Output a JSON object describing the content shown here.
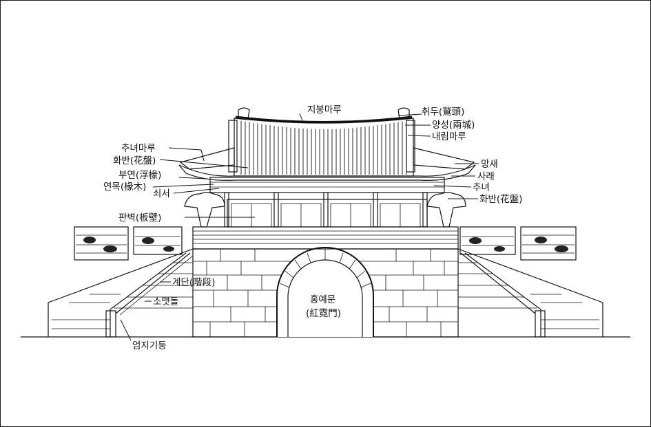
{
  "labels": {
    "jibung_maru": "지붕마루",
    "chwidu": "취두(鷲頭)",
    "yangseong": "양성(兩城)",
    "naerim_maru": "내림마루",
    "chunyeo_maru": "추녀마루",
    "hwaban_left": "화반(花盤)",
    "buyeon": "부연(浮椽)",
    "yeonmok": "연목(椽木)",
    "soeseo": "쇠서",
    "mangsae": "망새",
    "sarae": "사래",
    "chunyeo": "추녀",
    "hwaban_right": "화반(花盤)",
    "panbyeok": "판벽(板壁)",
    "gyedan": "계단(階段)",
    "somaetdol": "소맷돌",
    "eomjigidung": "엄지기둥",
    "hongyemun_1": "홍예문",
    "hongyemun_2": "(紅霓門)"
  }
}
